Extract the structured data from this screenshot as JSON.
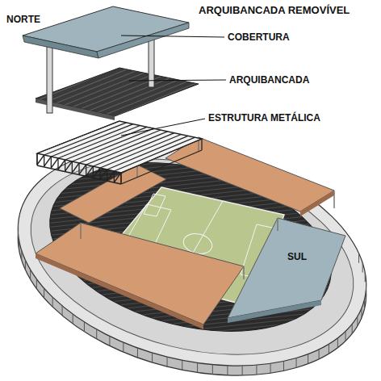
{
  "diagram": {
    "title": "ARQUIBANCADA REMOVÍVEL",
    "labels": [
      "NORTE",
      "COBERTURA",
      "ARQUIBANCADA",
      "ESTRUTURA METÁLICA",
      "SUL"
    ]
  }
}
